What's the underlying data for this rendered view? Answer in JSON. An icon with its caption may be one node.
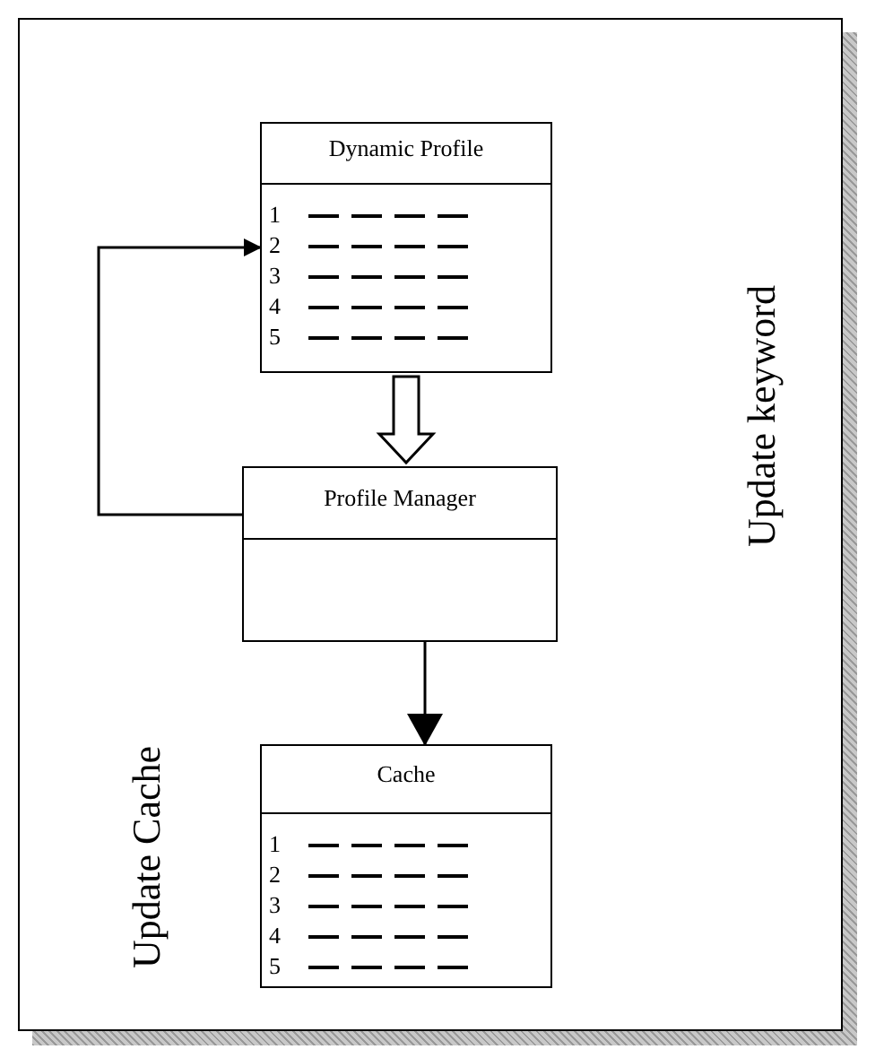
{
  "diagram": {
    "nodes": [
      {
        "text": [
          "Dynamic Profile",
          "1",
          "2",
          "3",
          "4",
          "5"
        ]
      },
      {
        "text": [
          "Profile Manager"
        ]
      },
      {
        "text": [
          "Cache",
          "1",
          "2",
          "3",
          "4",
          "5"
        ]
      }
    ],
    "edges": [
      {
        "from": 0,
        "to": 1,
        "arrow": "to",
        "style": "thick"
      },
      {
        "from": 1,
        "to": 0,
        "arrow": "to"
      },
      {
        "from": 1,
        "to": 2,
        "arrow": "to"
      }
    ],
    "labels": [
      "Update keyword",
      "Update Cache"
    ]
  }
}
